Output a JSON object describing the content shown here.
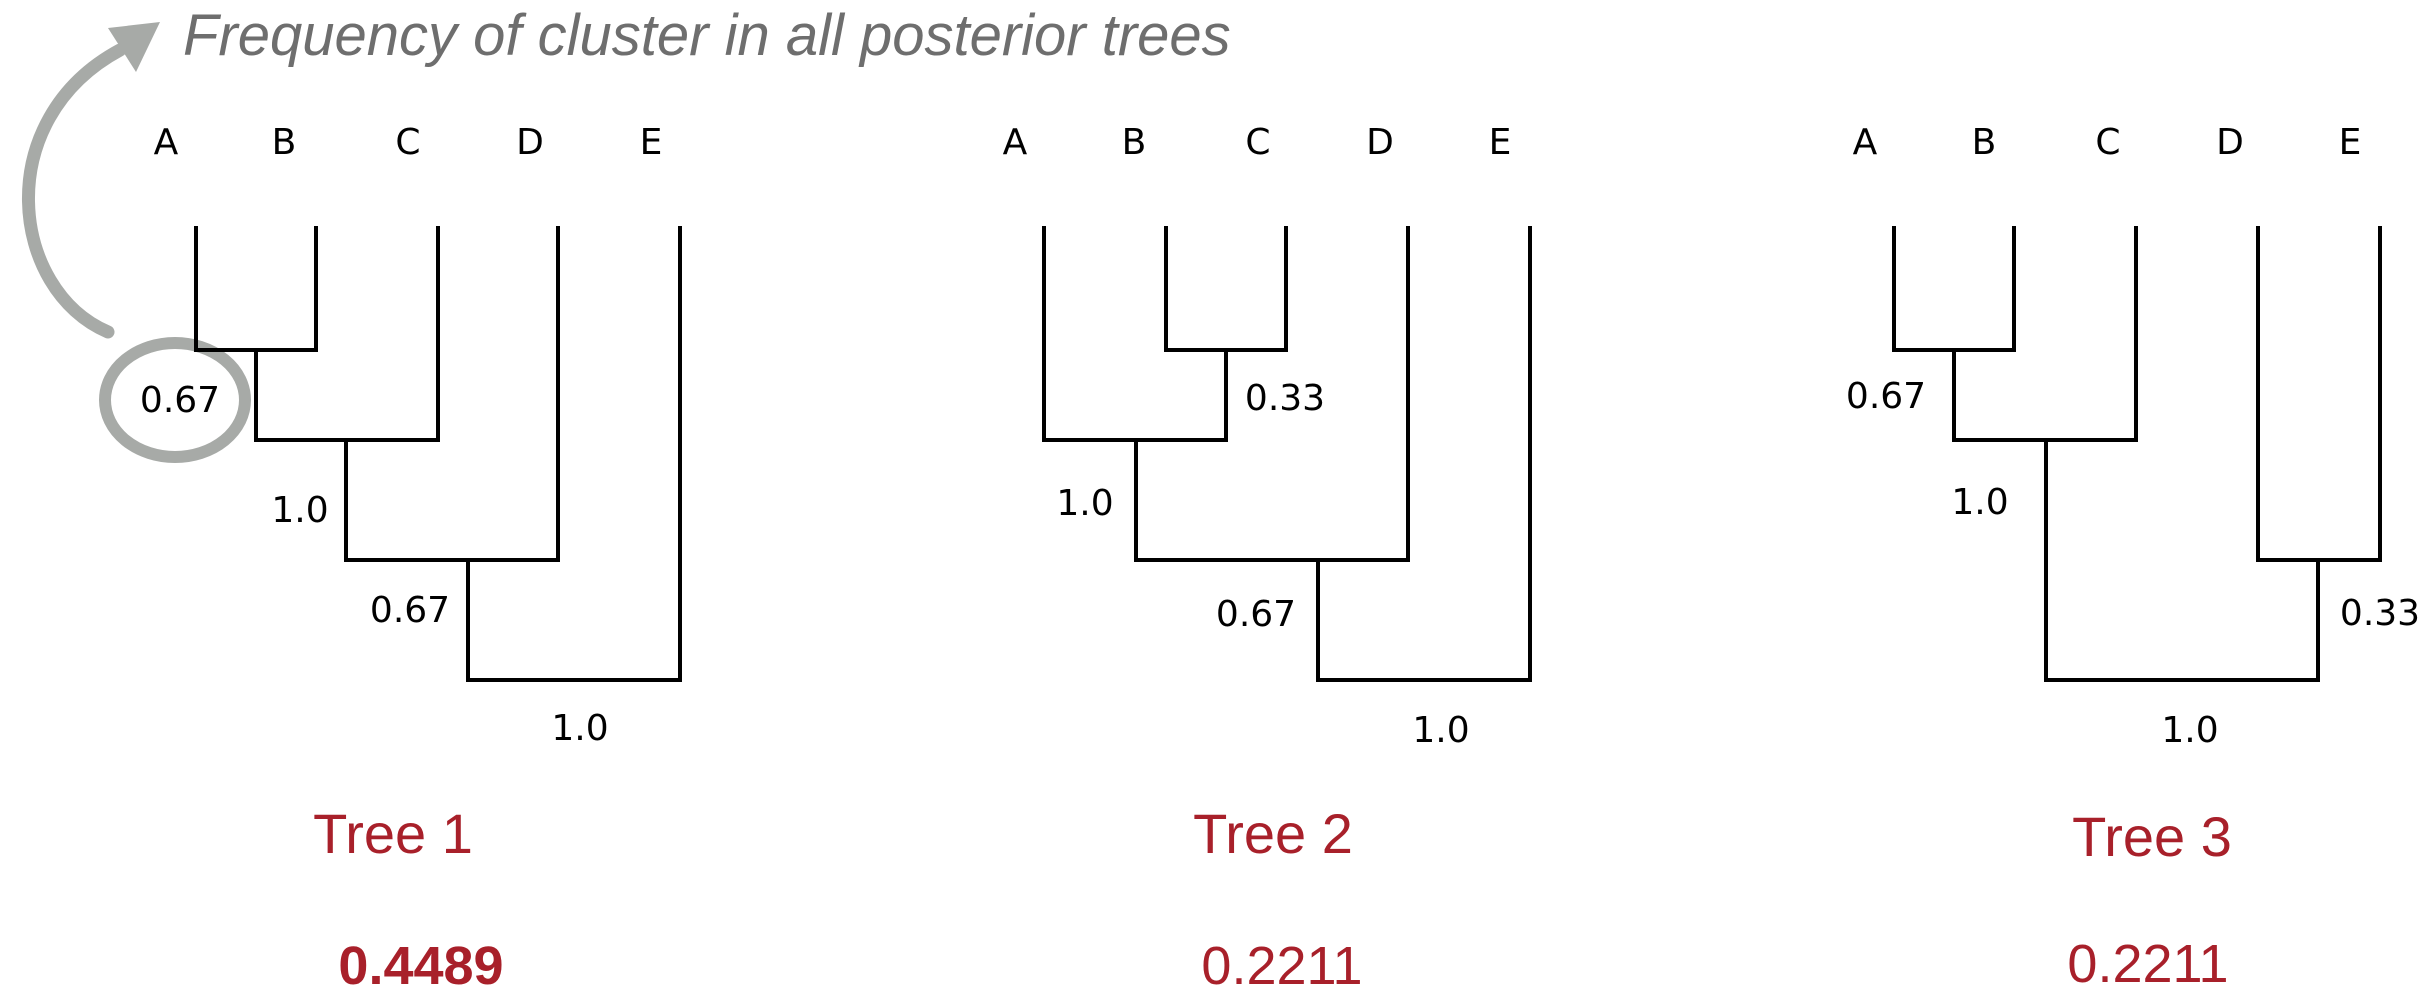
{
  "annotation": {
    "text": "Frequency of cluster in all posterior trees",
    "color": "#6e6e6e",
    "highlight_color": "#a7aaa7"
  },
  "accent_color": "#a8202a",
  "trees": [
    {
      "taxa": [
        "A",
        "B",
        "C",
        "D",
        "E"
      ],
      "supports": [
        "0.67",
        "1.0",
        "0.67",
        "1.0"
      ],
      "name": "Tree 1",
      "probability": "0.4489",
      "probability_bold": true
    },
    {
      "taxa": [
        "A",
        "B",
        "C",
        "D",
        "E"
      ],
      "supports": [
        "0.33",
        "1.0",
        "0.67",
        "1.0"
      ],
      "name": "Tree 2",
      "probability": "0.2211",
      "probability_bold": false
    },
    {
      "taxa": [
        "A",
        "B",
        "C",
        "D",
        "E"
      ],
      "supports": [
        "0.67",
        "1.0",
        "0.33",
        "1.0"
      ],
      "name": "Tree 3",
      "probability": "0.2211",
      "probability_bold": false
    }
  ]
}
